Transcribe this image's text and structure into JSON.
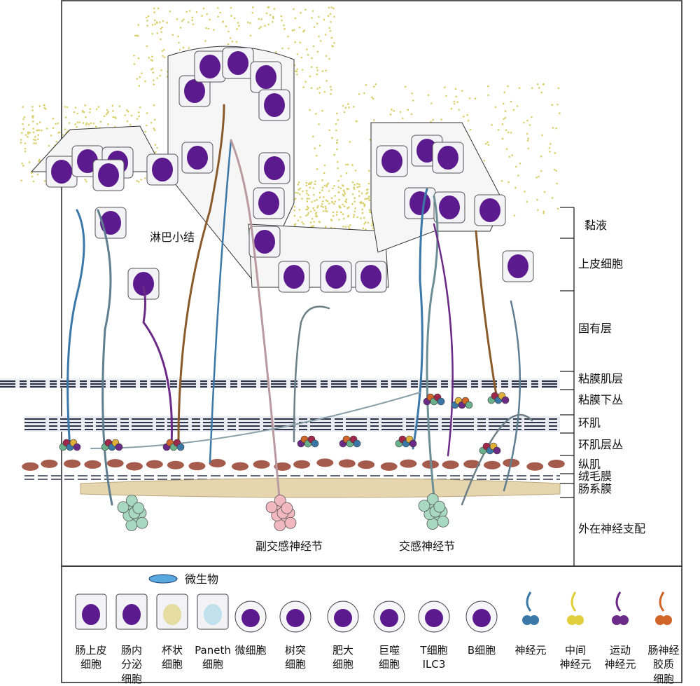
{
  "diagram": {
    "labels": {
      "lymph_nodule": "淋巴小结",
      "parasympathetic_ganglion": "副交感神经节",
      "sympathetic_ganglion": "交感神经节",
      "microbe": "微生物"
    },
    "layers": [
      "黏液",
      "上皮细胞",
      "固有层",
      "粘膜肌层",
      "粘膜下丛",
      "环肌",
      "环肌层丛",
      "纵肌",
      "绒毛膜",
      "肠系膜",
      "外在神经支配"
    ],
    "legend": [
      {
        "line1": "肠上皮",
        "line2": "细胞"
      },
      {
        "line1": "肠内",
        "line2": "分泌",
        "line3": "细胞"
      },
      {
        "line1": "杯状",
        "line2": "细胞"
      },
      {
        "line1": "Paneth",
        "line2": "细胞"
      },
      {
        "line1": "微细胞"
      },
      {
        "line1": "树突",
        "line2": "细胞"
      },
      {
        "line1": "肥大",
        "line2": "细胞"
      },
      {
        "line1": "巨噬",
        "line2": "细胞"
      },
      {
        "line1": "T细胞",
        "line2": "ILC3"
      },
      {
        "line1": "B细胞"
      },
      {
        "line1": "神经元"
      },
      {
        "line1": "中间",
        "line2": "神经元"
      },
      {
        "line1": "运动",
        "line2": "神经元"
      },
      {
        "line1": "肠神经",
        "line2": "胶质",
        "line3": "细胞"
      }
    ],
    "colors": {
      "nucleus": "#5b1a8e",
      "mucus": "#d9cf6a",
      "nerve_blue": "#3b78a8",
      "nerve_purple": "#6a2a86",
      "nerve_brown": "#8a5a2b",
      "muscle": "#9b4a3a",
      "mesentery": "#e6d6b0",
      "ganglion_green": "#a8d8c0",
      "ganglion_pink": "#f2b8c0"
    }
  }
}
